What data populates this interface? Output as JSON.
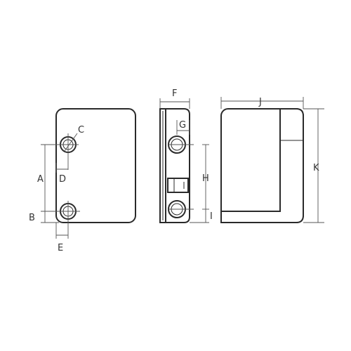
{
  "labels": {
    "a": "A",
    "b": "B",
    "c": "C",
    "d": "D",
    "e": "E",
    "f": "F",
    "g": "G",
    "h": "H",
    "i": "I",
    "j": "J",
    "k": "K"
  },
  "colors": {
    "line": "#2a2a2a",
    "dimension": "#555555",
    "background": "#ffffff"
  }
}
